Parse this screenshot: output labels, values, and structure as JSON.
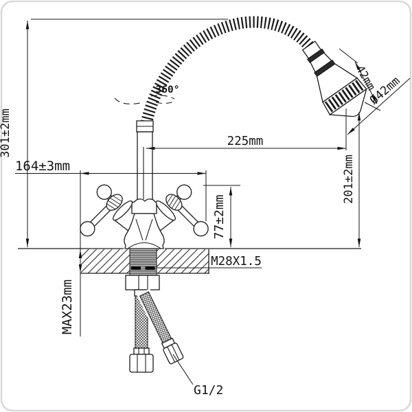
{
  "drawing": {
    "dimensions": {
      "overall_height": "301±2mm",
      "handle_span": "164±3mm",
      "swivel_angle": "360°",
      "spout_reach": "225mm",
      "head_length": "42mm",
      "head_diameter": "Ø42mm",
      "outlet_height": "201±2mm",
      "body_height": "77±2mm",
      "mount_thread": "M28X1.5",
      "max_counter_thickness": "MAX23mm",
      "supply_thread": "G1/2"
    },
    "colors": {
      "line": "#1a1a1a",
      "background": "#ffffff",
      "frame": "#d9d9d9"
    }
  }
}
